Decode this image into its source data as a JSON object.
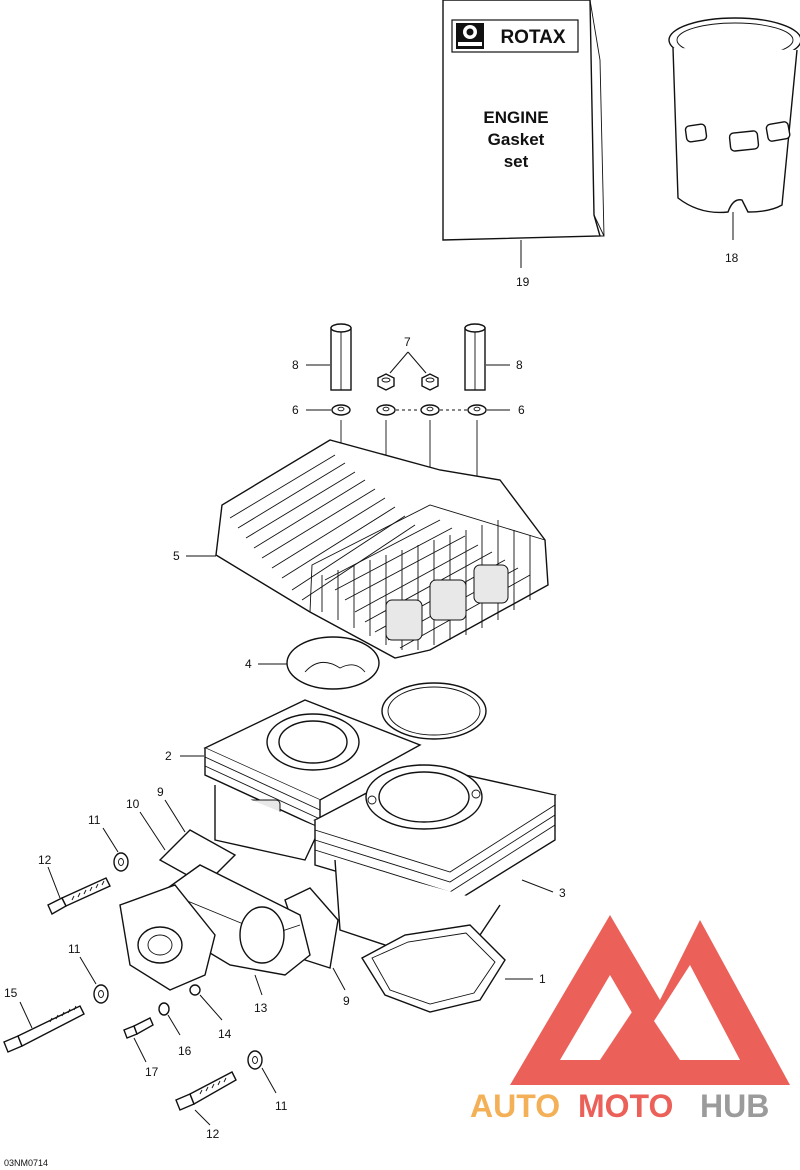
{
  "kit_box": {
    "brand": "ROTAX",
    "line1": "ENGINE",
    "line2": "Gasket",
    "line3": "set"
  },
  "callouts": {
    "c1": "1",
    "c2": "2",
    "c3": "3",
    "c4": "4",
    "c5": "5",
    "c6a": "6",
    "c6b": "6",
    "c7": "7",
    "c8a": "8",
    "c8b": "8",
    "c9a": "9",
    "c9b": "9",
    "c10": "10",
    "c11a": "11",
    "c11b": "11",
    "c11c": "11",
    "c12a": "12",
    "c12b": "12",
    "c13": "13",
    "c14": "14",
    "c15": "15",
    "c16": "16",
    "c17": "17",
    "c18": "18",
    "c19": "19"
  },
  "diagram_id": "03NM0714",
  "watermark": {
    "part1": "AUTO",
    "part2": "MOTO",
    "part3": "HUB",
    "colors": {
      "red": "#e8453c",
      "orange": "#f2a33a",
      "gray": "#8a8a8a"
    }
  }
}
